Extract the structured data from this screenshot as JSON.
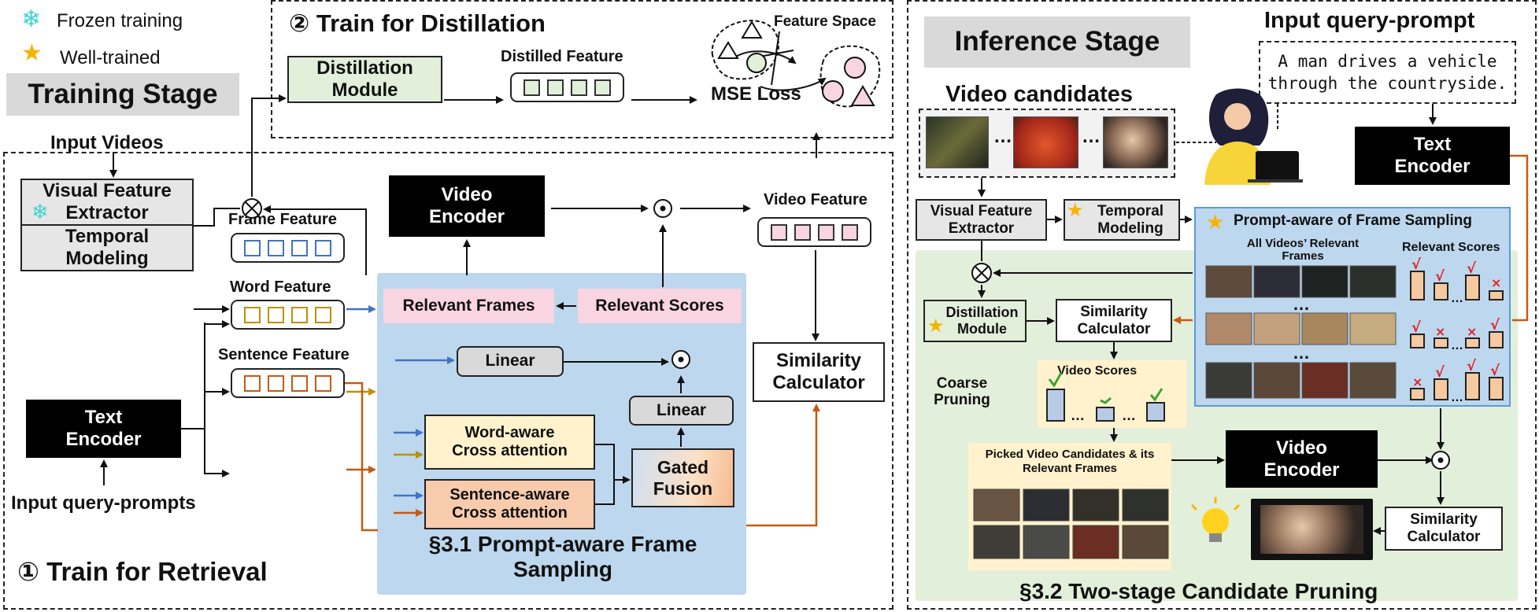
{
  "legend": {
    "frozen": "Frozen training",
    "well_trained": "Well-trained"
  },
  "training": {
    "stage_label": "Training Stage",
    "distill_title": "② Train for Distillation",
    "distill_module": "Distillation Module",
    "distilled_feature": "Distilled Feature",
    "feature_space": "Feature Space",
    "mse_loss": "MSE Loss",
    "input_videos": "Input Videos",
    "visual_extractor": "Visual Feature Extractor",
    "temporal_modeling": "Temporal Modeling",
    "frame_feature": "Frame Feature",
    "word_feature": "Word Feature",
    "sentence_feature": "Sentence Feature",
    "text_encoder": "Text Encoder",
    "input_prompts": "Input query-prompts",
    "video_encoder": "Video Encoder",
    "video_feature": "Video Feature",
    "relevant_frames": "Relevant Frames",
    "relevant_scores": "Relevant Scores",
    "linear_1": "Linear",
    "linear_2": "Linear",
    "word_cross": "Word-aware Cross attention",
    "sentence_cross": "Sentence-aware Cross attention",
    "gated_fusion": "Gated Fusion",
    "similarity": "Similarity Calculator",
    "section_title": "§3.1 Prompt-aware Frame Sampling",
    "retrieval_title": "① Train for Retrieval"
  },
  "inference": {
    "stage_label": "Inference Stage",
    "input_prompt_title": "Input query-prompt",
    "query_text": "A man drives a vehicle through the countryside.",
    "video_candidates": "Video candidates",
    "text_encoder": "Text Encoder",
    "visual_extractor": "Visual Feature Extractor",
    "temporal_modeling": "Temporal Modeling",
    "prompt_aware_title": "Prompt-aware of Frame Sampling",
    "all_videos_frames": "All Videos’ Relevant Frames",
    "relevant_scores": "Relevant Scores",
    "distillation_module": "Distillation Module",
    "similarity_1": "Similarity Calculator",
    "coarse_pruning": "Coarse Pruning",
    "video_scores": "Video Scores",
    "picked_title": "Picked Video Candidates & its Relevant Frames",
    "video_encoder": "Video Encoder",
    "similarity_2": "Similarity Calculator",
    "section_title": "§3.2 Two-stage Candidate Pruning"
  },
  "colors": {
    "orange_arrow": "#c55a11",
    "blue_arrow": "#4472c4",
    "gold_arrow": "#bf9000",
    "psf_panel": "#bdd7ee",
    "prune_panel": "#e2efda",
    "green_box": "#e2efda",
    "pink": "#f9d5e1"
  },
  "icons": [
    "snowflake-icon",
    "star-icon",
    "odot-icon",
    "otimes-icon",
    "person-laptop-icon",
    "lightbulb-icon",
    "checkmark-icon",
    "cross-icon"
  ]
}
